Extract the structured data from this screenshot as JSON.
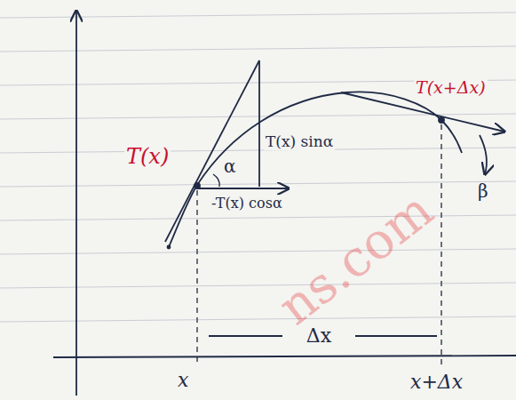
{
  "diagram": {
    "labels": [
      "T(x)",
      "α",
      "T(x) sinα",
      "-T(x) cosα",
      "T(x+Δx)",
      "β",
      "Δx",
      "x",
      "x+Δx",
      "ns.com"
    ]
  }
}
